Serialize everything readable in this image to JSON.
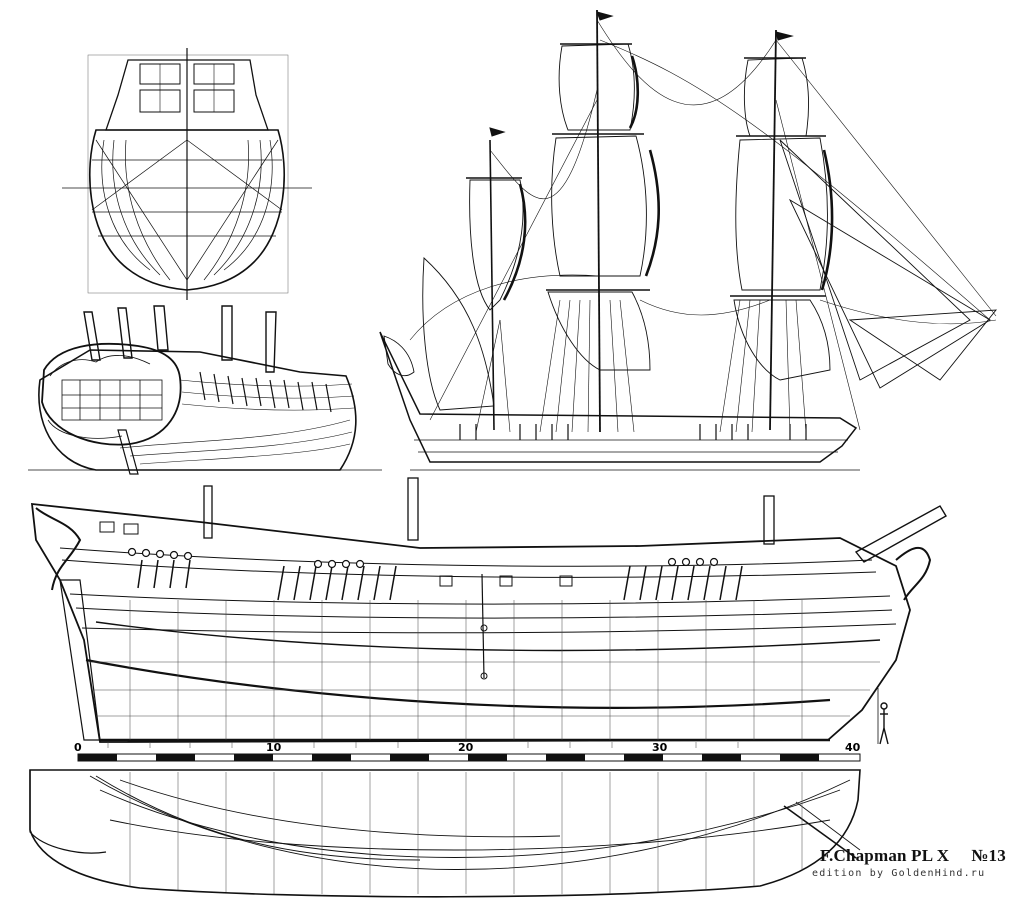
{
  "plate": {
    "title": "F.Chapman PL X",
    "number": "№13",
    "edition": "edition by GoldenHind.ru"
  },
  "scale_bar": {
    "ticks": [
      "0",
      "10",
      "20",
      "30",
      "40"
    ]
  },
  "views": [
    {
      "name": "body-plan"
    },
    {
      "name": "stern-quarter-view"
    },
    {
      "name": "sail-plan"
    },
    {
      "name": "profile-draught"
    },
    {
      "name": "half-breadth-plan"
    }
  ]
}
